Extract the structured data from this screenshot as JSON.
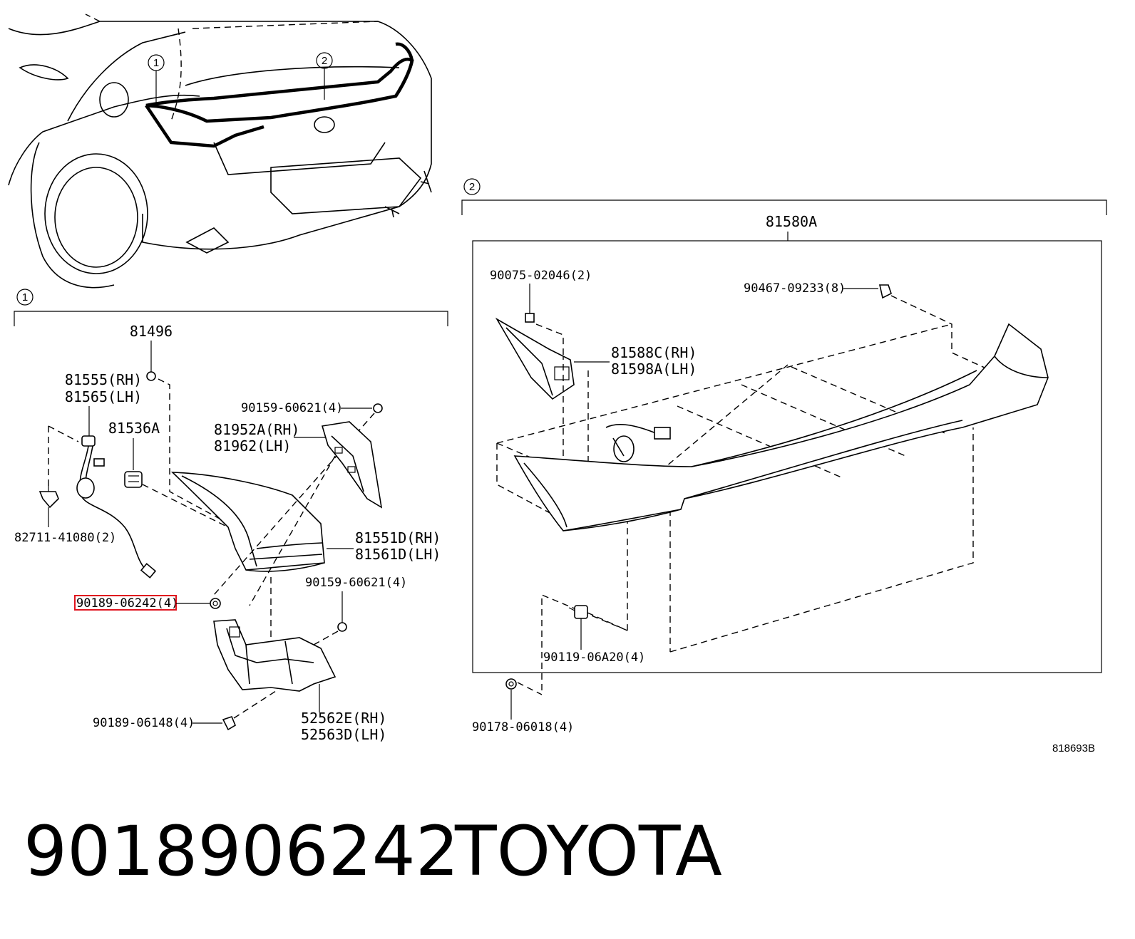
{
  "callouts": {
    "c1": "1",
    "c2": "2"
  },
  "section1": {
    "callout": "1",
    "labels": {
      "p81496": "81496",
      "p81555": "81555(RH)",
      "p81565": "81565(LH)",
      "p81536": "81536A",
      "p82711": "82711-41080(2)",
      "p90159a": "90159-60621(4)",
      "p81952": "81952A(RH)",
      "p81962": "81962(LH)",
      "p81551": "81551D(RH)",
      "p81561": "81561D(LH)",
      "p90189_06242": "90189-06242(4)",
      "p90159b": "90159-60621(4)",
      "p90189_06148": "90189-06148(4)",
      "p52562": "52562E(RH)",
      "p52563": "52563D(LH)"
    }
  },
  "section2": {
    "callout": "2",
    "labels": {
      "p81580": "81580A",
      "p90075": "90075-02046(2)",
      "p90467": "90467-09233(8)",
      "p81588": "81588C(RH)",
      "p81598": "81598A(LH)",
      "p90119": "90119-06A20(4)",
      "p90178": "90178-06018(4)"
    }
  },
  "diagram_code": "818693B",
  "highlighted_part": "90189-06242(4)",
  "highlight_color": "#e0141e",
  "footer": {
    "part_number": "9018906242",
    "brand": "TOYOTA"
  }
}
